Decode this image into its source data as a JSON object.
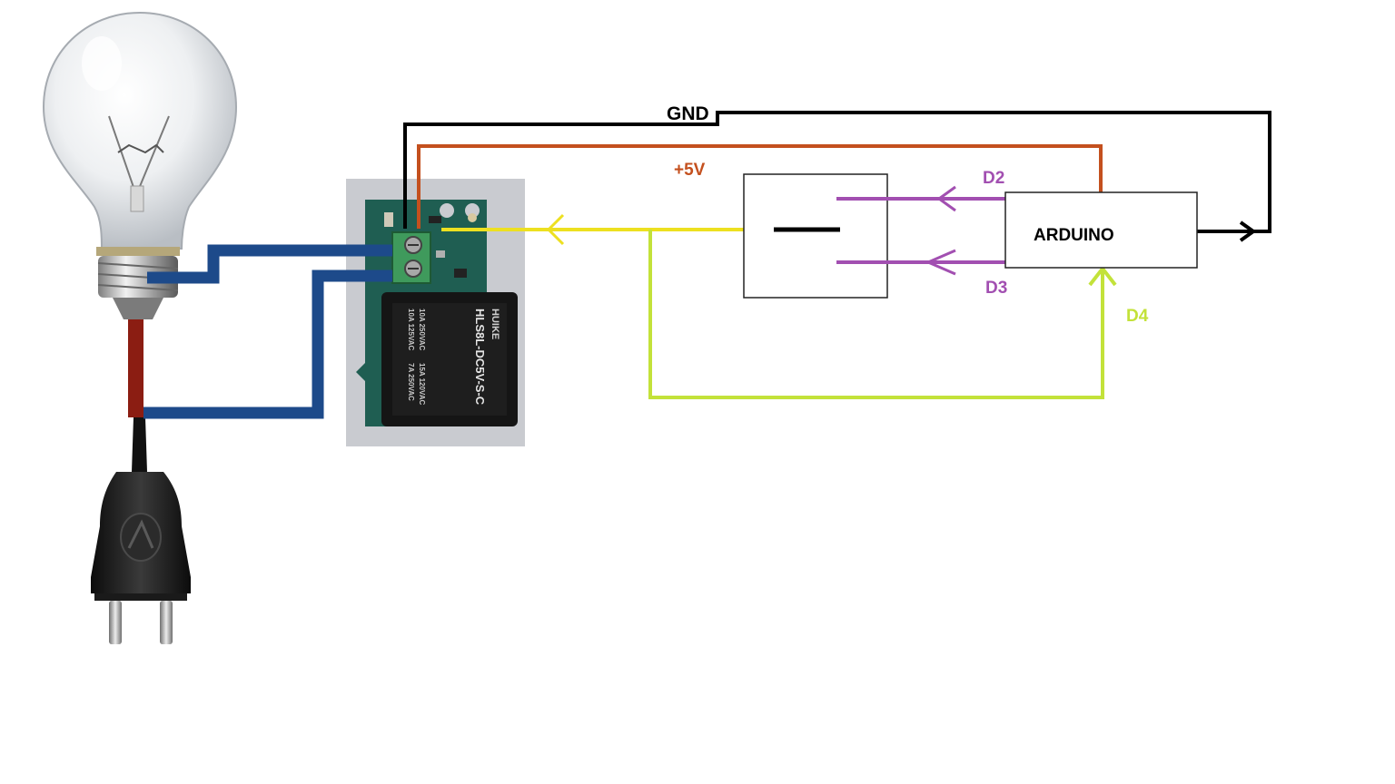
{
  "labels": {
    "gnd": "GND",
    "plus5v": "+5V",
    "d2": "D2",
    "d3": "D3",
    "d4": "D4",
    "arduino": "ARDUINO"
  },
  "relay_print": {
    "brand": "HUIKE",
    "model": "HLS8L-DC5V-S-C",
    "rating_a": "10A 250VAC",
    "rating_b": "10A 125VAC",
    "rating_c": "15A 120VAC",
    "rating_d": "7A 250VAC"
  },
  "colors": {
    "gnd": "#000000",
    "plus5v": "#c4501e",
    "d2": "#a24fb1",
    "d3": "#a24fb1",
    "d4": "#c3e23a",
    "signal": "#ede020",
    "mains": "#1d4a8a",
    "live": "#8b1d12",
    "pcb": "#1f5e52",
    "terminal": "#3f9a5c",
    "relay_body": "#151515",
    "box_border": "#222222"
  },
  "icons": {
    "bulb": "light-bulb-icon",
    "plug": "power-plug-icon",
    "relay": "relay-module-icon",
    "switch": "toggle-switch-icon"
  }
}
